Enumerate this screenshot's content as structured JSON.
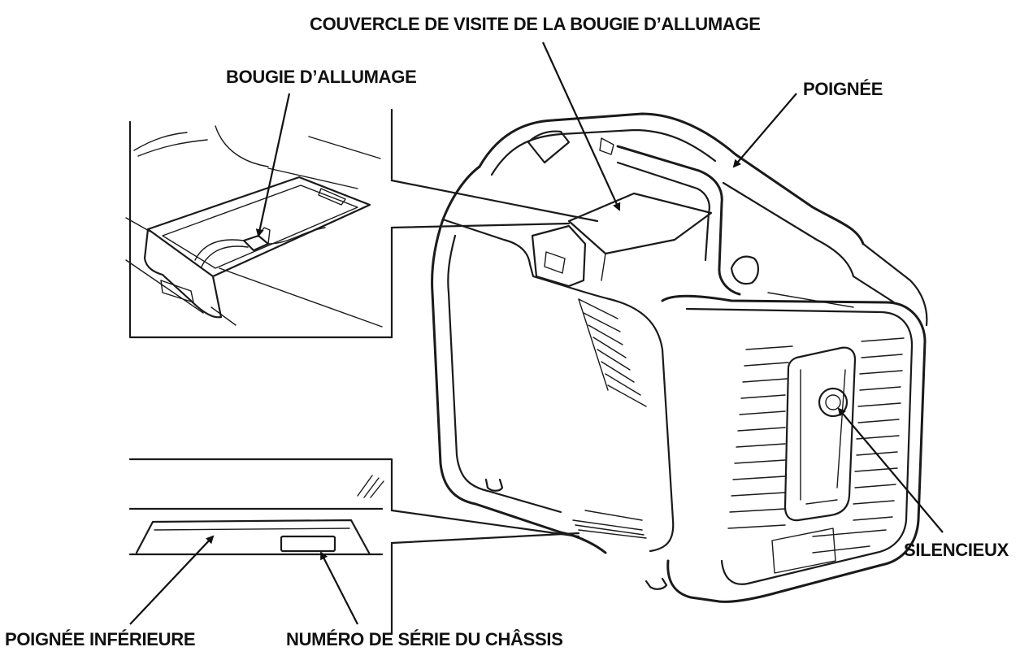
{
  "labels": {
    "spark_plug_cover": "COUVERCLE DE VISITE DE LA BOUGIE D’ALLUMAGE",
    "spark_plug": "BOUGIE D’ALLUMAGE",
    "handle": "POIGNÉE",
    "muffler": "SILENCIEUX",
    "lower_handle": "POIGNÉE INFÉRIEURE",
    "frame_serial": "NUMÉRO DE SÉRIE DU CHÂSSIS"
  },
  "colors": {
    "line": "#1a1a1a",
    "background": "#ffffff"
  }
}
